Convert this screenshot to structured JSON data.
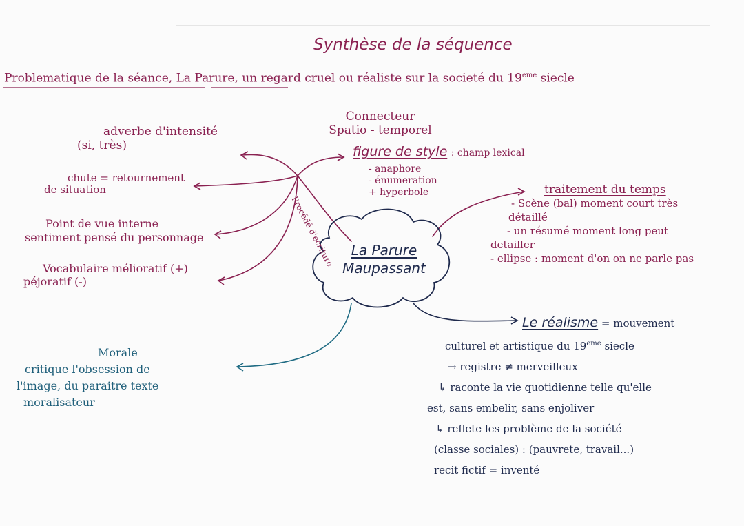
{
  "title": "Synthèse de la séquence",
  "problematique": {
    "label": "Problematique de la séance,",
    "work": "La Parure",
    "rest": ", un regard cruel ou réaliste sur la societé du 19",
    "sup": "eme",
    "end": "siecle"
  },
  "center": {
    "line1": "La Parure",
    "line2": "Maupassant"
  },
  "procede_label": "Procédé d'ecriture",
  "connecteur": {
    "line1": "Connecteur",
    "line2": "Spatio - temporel"
  },
  "figure": {
    "title": "figure de style",
    "rest": ": champ lexical",
    "items": [
      "- anaphore",
      "- énumeration",
      "+ hyperbole"
    ]
  },
  "left_branches": [
    {
      "line1": "adverbe d'intensité",
      "line2": "(si, très)"
    },
    {
      "line1": "chute = retournement",
      "line2": "de situation"
    },
    {
      "line1": "Point de vue interne",
      "line2": "sentiment pensé du personnage"
    },
    {
      "line1": "Vocabulaire mélioratif (+)",
      "line2": "péjoratif (-)"
    }
  ],
  "traitement": {
    "title": "traitement du temps",
    "lines": [
      "- Scène (bal) moment court très",
      "détaillé",
      "- un résumé moment long peut",
      "detailler",
      "- ellipse : moment d'on on ne parle pas"
    ]
  },
  "realisme": {
    "title": "Le réalisme",
    "lines": [
      "= mouvement",
      "culturel et artistique du 19",
      "eme",
      "siecle",
      "→ registre ≠ merveilleux",
      "↳ raconte la vie quotidienne telle qu'elle",
      "est, sans embelir, sans enjoliver",
      "↳ reflete les problème de la société",
      "(classe sociales) : (pauvrete, travail...)",
      "recit fictif = inventé"
    ]
  },
  "morale": {
    "title": "Morale",
    "lines": [
      "critique l'obsession de",
      "l'image, du paraitre texte",
      "moralisateur"
    ]
  },
  "colors": {
    "pink": "#8a2151",
    "blue": "#1f5f7a",
    "navy": "#1f2a4d"
  }
}
